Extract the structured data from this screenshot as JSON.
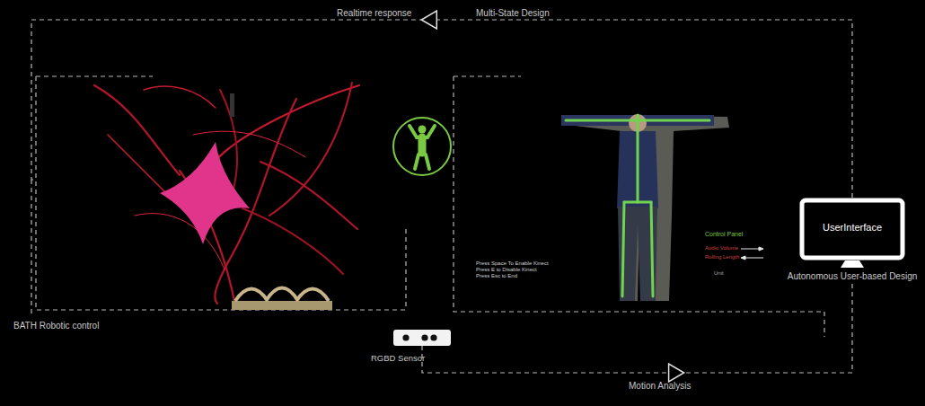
{
  "diagram": {
    "nodes": [
      {
        "text": [
          "BATH Robotic control"
        ]
      },
      {
        "text": [
          "Press Space To Enable Kinect",
          "Press E to Disable Kinect",
          "Press Esc to End",
          "Control Panel",
          "Audio Volume",
          "Rolling Length",
          "Unit"
        ]
      },
      {
        "text": [
          "RGBD Sensor"
        ]
      },
      {
        "text": [
          "UserInterface",
          "Autonomous User-based Design"
        ]
      }
    ],
    "edges": [
      {
        "from": 2,
        "to": 3,
        "arrow": "to",
        "label": "Motion Analysis"
      },
      {
        "from": 3,
        "to": 0,
        "arrow": "to",
        "label": "Multi-State Design"
      }
    ],
    "labels": [
      "Realtime response"
    ]
  }
}
